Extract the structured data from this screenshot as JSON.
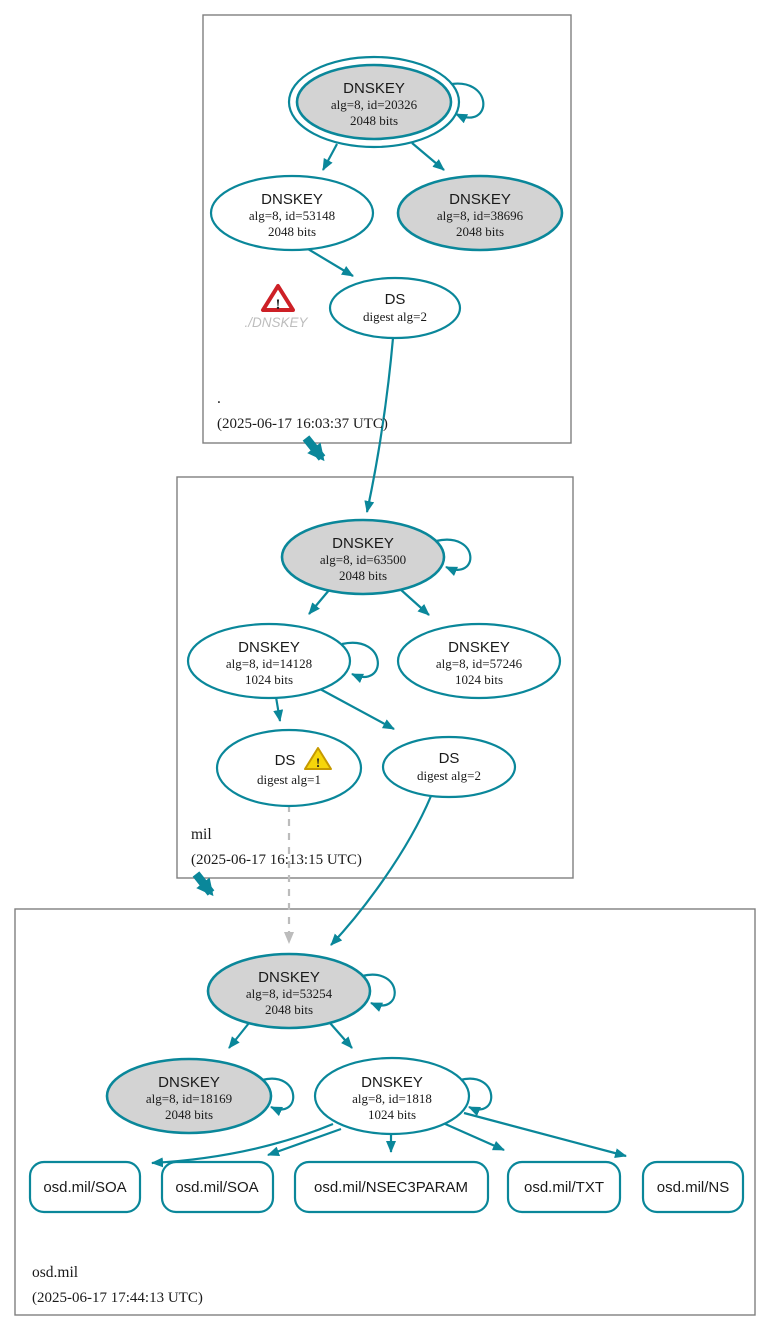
{
  "colors": {
    "edge_teal": "#0a879a",
    "sep_key_fill": "#d3d3d3",
    "zone_box_border": "#7f7f7f",
    "dashed_gray": "#bcbcbc",
    "error_red": "#cd2026",
    "warning_yellow": "#f6d60a",
    "error_text_gray": "#bdbdbd"
  },
  "zones": [
    {
      "name": ".",
      "timestamp": "(2025-06-17 16:03:37 UTC)",
      "nodes": {
        "ksk": {
          "title": "DNSKEY",
          "detail": "alg=8, id=20326",
          "bits": "2048 bits"
        },
        "zsk": {
          "title": "DNSKEY",
          "detail": "alg=8, id=53148",
          "bits": "2048 bits"
        },
        "zsk2": {
          "title": "DNSKEY",
          "detail": "alg=8, id=38696",
          "bits": "2048 bits"
        },
        "ds": {
          "title": "DS",
          "detail": "digest alg=2"
        }
      },
      "error": {
        "label": "./DNSKEY"
      }
    },
    {
      "name": "mil",
      "timestamp": "(2025-06-17 16:13:15 UTC)",
      "nodes": {
        "ksk": {
          "title": "DNSKEY",
          "detail": "alg=8, id=63500",
          "bits": "2048 bits"
        },
        "zsk": {
          "title": "DNSKEY",
          "detail": "alg=8, id=14128",
          "bits": "1024 bits"
        },
        "zsk2": {
          "title": "DNSKEY",
          "detail": "alg=8, id=57246",
          "bits": "1024 bits"
        },
        "ds1": {
          "title": "DS",
          "detail": "digest alg=1"
        },
        "ds2": {
          "title": "DS",
          "detail": "digest alg=2"
        }
      }
    },
    {
      "name": "osd.mil",
      "timestamp": "(2025-06-17 17:44:13 UTC)",
      "nodes": {
        "ksk": {
          "title": "DNSKEY",
          "detail": "alg=8, id=53254",
          "bits": "2048 bits"
        },
        "ksk2": {
          "title": "DNSKEY",
          "detail": "alg=8, id=18169",
          "bits": "2048 bits"
        },
        "zsk": {
          "title": "DNSKEY",
          "detail": "alg=8, id=1818",
          "bits": "1024 bits"
        }
      },
      "records": [
        {
          "label": "osd.mil/SOA"
        },
        {
          "label": "osd.mil/SOA"
        },
        {
          "label": "osd.mil/NSEC3PARAM"
        },
        {
          "label": "osd.mil/TXT"
        },
        {
          "label": "osd.mil/NS"
        }
      ],
      "warnings": {
        "exclamation": "!"
      }
    }
  ]
}
